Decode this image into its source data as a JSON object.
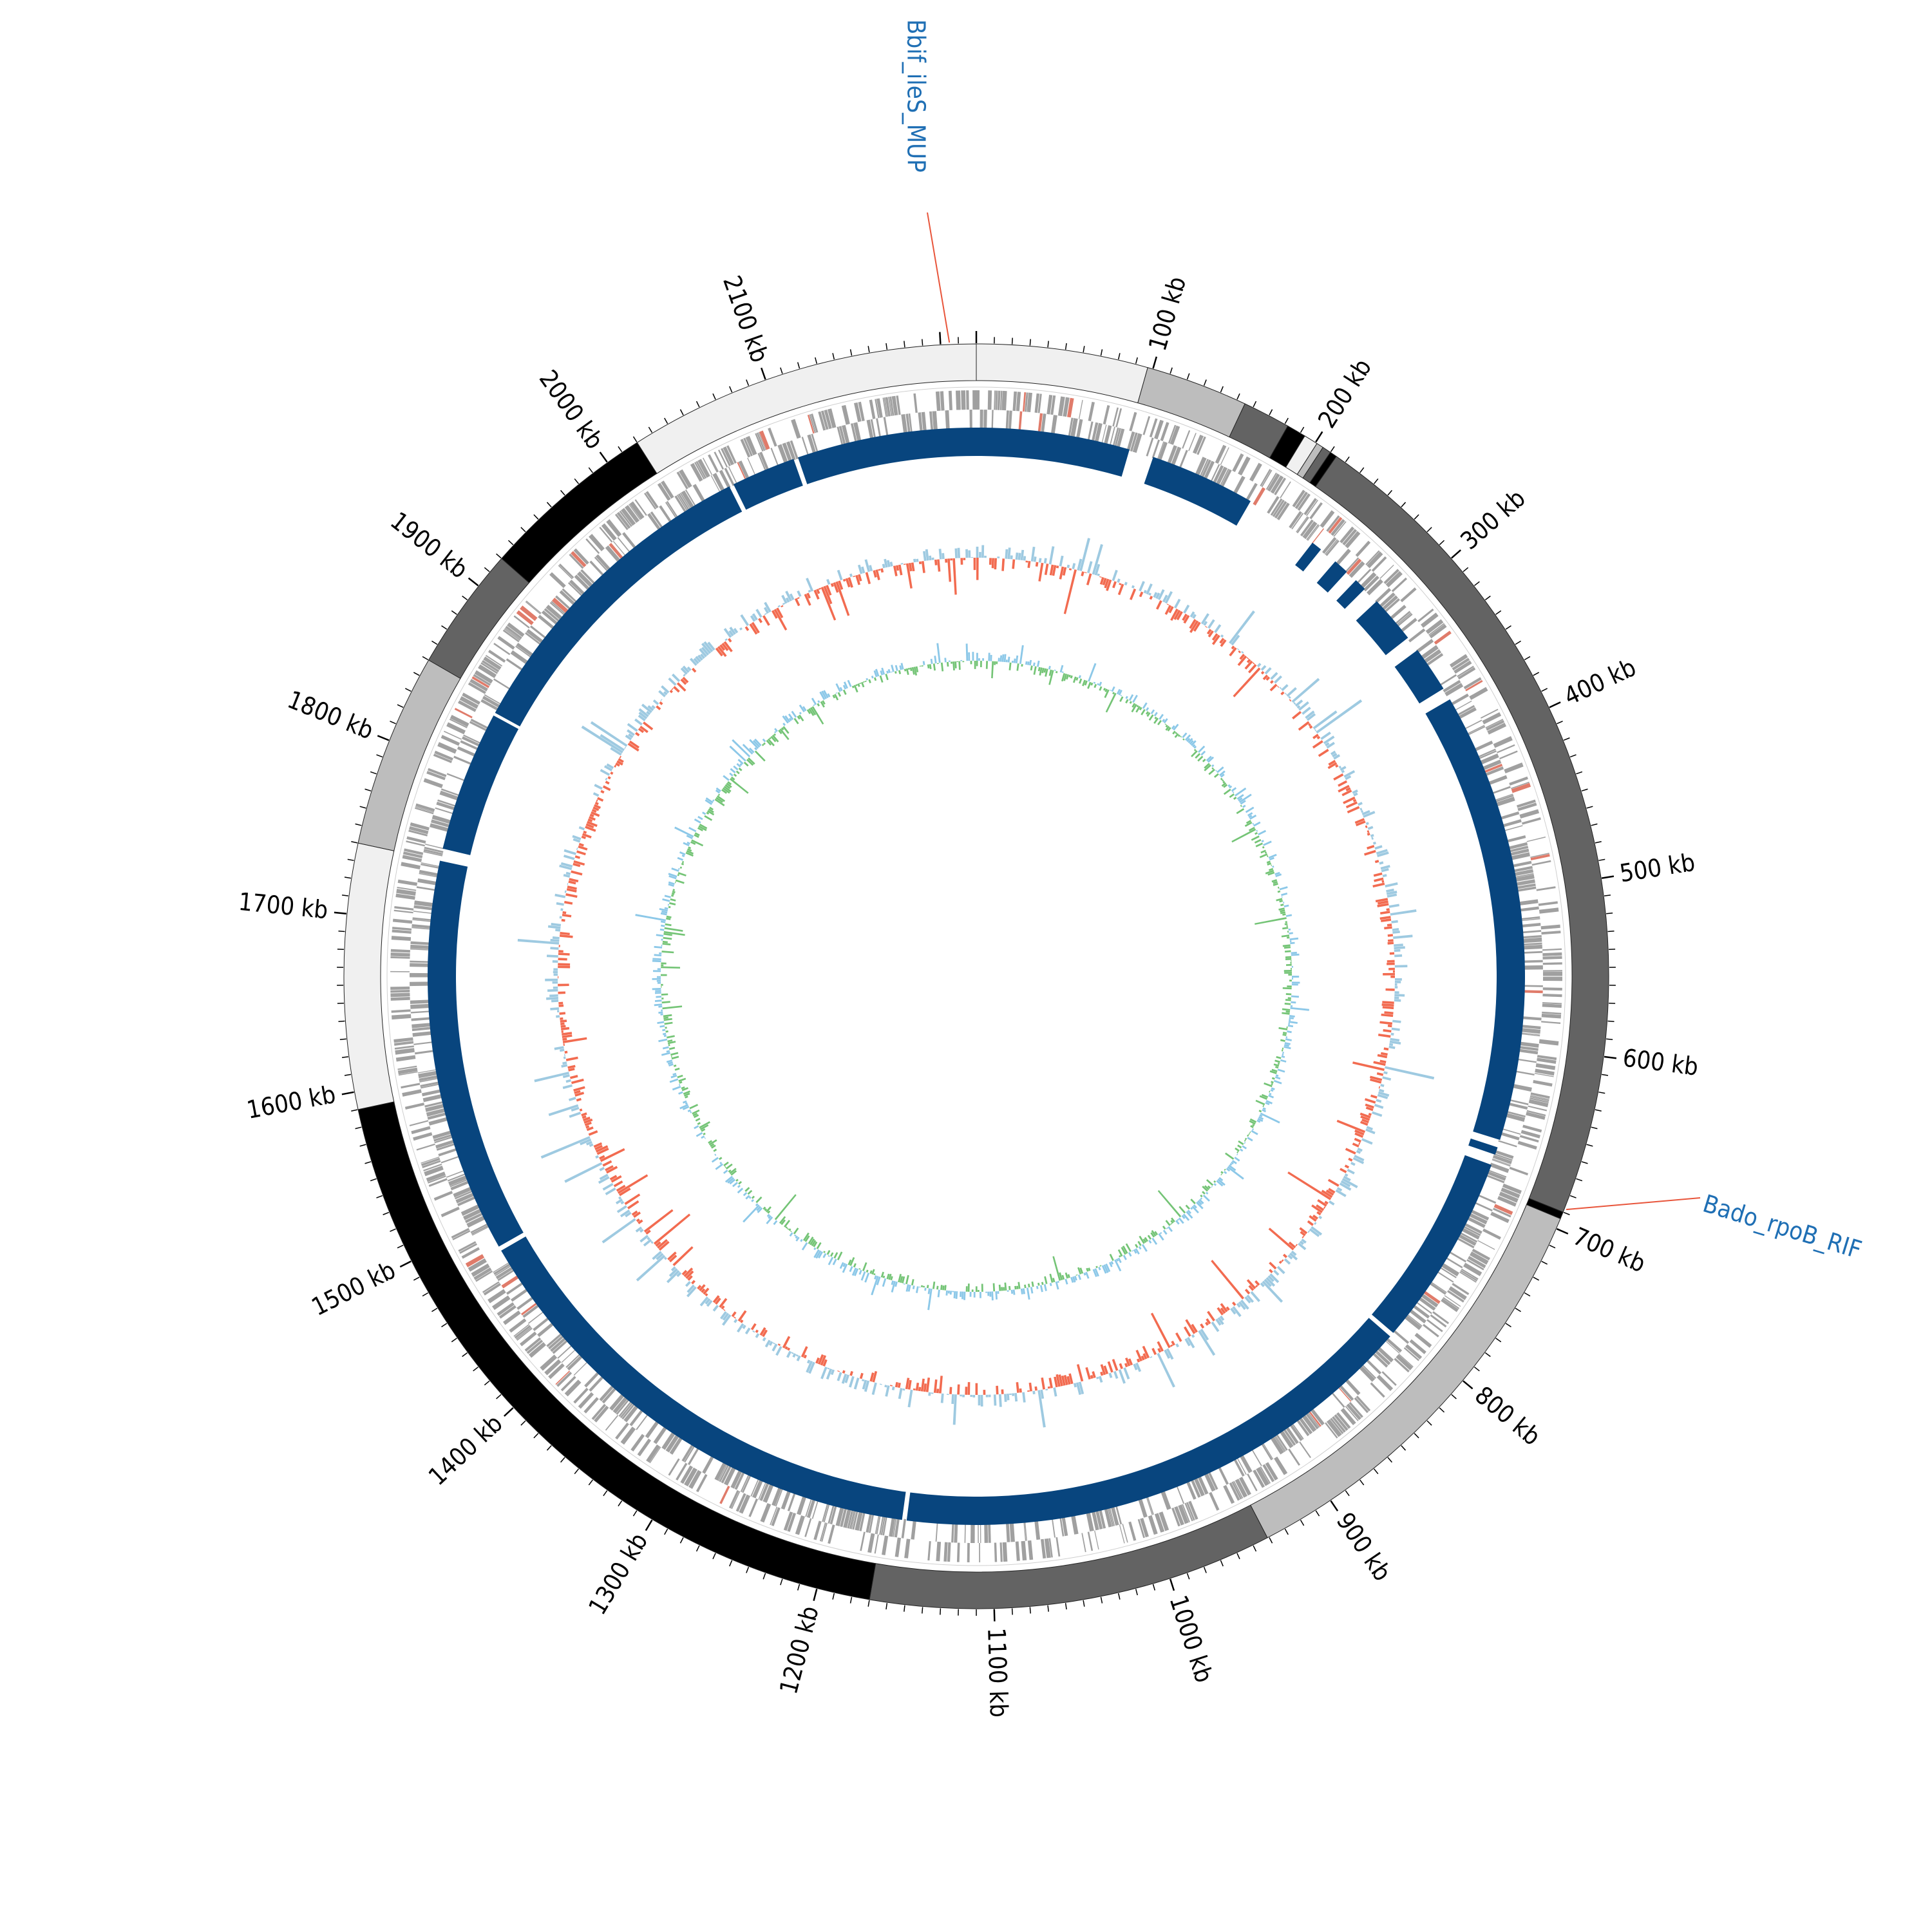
{
  "genome": {
    "length_kb": 2220,
    "tick_labels": [
      "100 kb",
      "200 kb",
      "300 kb",
      "400 kb",
      "500 kb",
      "600 kb",
      "700 kb",
      "800 kb",
      "900 kb",
      "1000 kb",
      "1100 kb",
      "1200 kb",
      "1300 kb",
      "1400 kb",
      "1500 kb",
      "1600 kb",
      "1700 kb",
      "1800 kb",
      "1900 kb",
      "2000 kb",
      "2100 kb"
    ]
  },
  "contigs": [
    {
      "start": 0,
      "end": 97,
      "color": "#f0f0f0"
    },
    {
      "start": 97,
      "end": 155,
      "color": "#bdbdbd"
    },
    {
      "start": 155,
      "end": 182,
      "color": "#636363"
    },
    {
      "start": 182,
      "end": 193,
      "color": "#000000"
    },
    {
      "start": 193,
      "end": 201,
      "color": "#f0f0f0"
    },
    {
      "start": 201,
      "end": 205,
      "color": "#bdbdbd"
    },
    {
      "start": 205,
      "end": 210,
      "color": "#636363"
    },
    {
      "start": 210,
      "end": 214,
      "color": "#000000"
    },
    {
      "start": 214,
      "end": 690,
      "color": "#636363"
    },
    {
      "start": 690,
      "end": 694,
      "color": "#000000"
    },
    {
      "start": 694,
      "end": 941,
      "color": "#bdbdbd"
    },
    {
      "start": 941,
      "end": 1170,
      "color": "#636363"
    },
    {
      "start": 1170,
      "end": 1590,
      "color": "#000000"
    },
    {
      "start": 1590,
      "end": 1740,
      "color": "#f0f0f0"
    },
    {
      "start": 1740,
      "end": 1850,
      "color": "#bdbdbd"
    },
    {
      "start": 1850,
      "end": 1920,
      "color": "#636363"
    },
    {
      "start": 1920,
      "end": 2020,
      "color": "#000000"
    },
    {
      "start": 2020,
      "end": 2220,
      "color": "#f0f0f0"
    }
  ],
  "homology_blocks": [
    {
      "start": 0,
      "end": 100
    },
    {
      "start": 116,
      "end": 185
    },
    {
      "start": 233,
      "end": 240
    },
    {
      "start": 252,
      "end": 262
    },
    {
      "start": 270,
      "end": 278
    },
    {
      "start": 289,
      "end": 320
    },
    {
      "start": 330,
      "end": 360
    },
    {
      "start": 368,
      "end": 662
    },
    {
      "start": 667,
      "end": 672
    },
    {
      "start": 679,
      "end": 805
    },
    {
      "start": 808,
      "end": 1155
    },
    {
      "start": 1158,
      "end": 1480
    },
    {
      "start": 1483,
      "end": 1740
    },
    {
      "start": 1748,
      "end": 1840
    },
    {
      "start": 1842,
      "end": 2055
    },
    {
      "start": 2058,
      "end": 2100
    },
    {
      "start": 2103,
      "end": 2220
    }
  ],
  "resistance_genes": [
    {
      "label": "Bbif_ileS_MUP",
      "position_kb": 2205
    },
    {
      "label": "Bado_rpoB_RIF",
      "position_kb": 688
    }
  ],
  "colors": {
    "homology": "#08457e",
    "gene_label": "#1f6fb4",
    "label_line": "#e8553b",
    "gc_pos": "#9ecae1",
    "gc_neg": "#f26b50",
    "skew_pos": "#8cc8e8",
    "skew_neg": "#74c476",
    "cds": "#a0a0a0"
  },
  "tracks": {
    "gc_content_note": "",
    "gc_skew_note": ""
  }
}
